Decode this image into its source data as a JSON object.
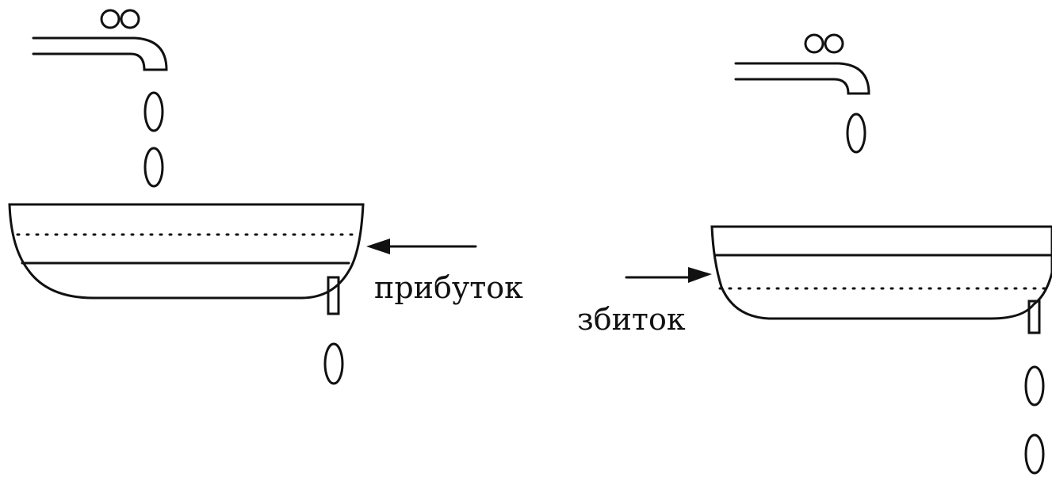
{
  "colors": {
    "ink": "#111111",
    "background": "#ffffff"
  },
  "panels": [
    {
      "id": "profit",
      "label": "прибуток",
      "inflow_drops": 2,
      "outflow_drops": 1,
      "level_state": "rising"
    },
    {
      "id": "loss",
      "label": "збиток",
      "inflow_drops": 1,
      "outflow_drops": 2,
      "level_state": "falling"
    }
  ]
}
